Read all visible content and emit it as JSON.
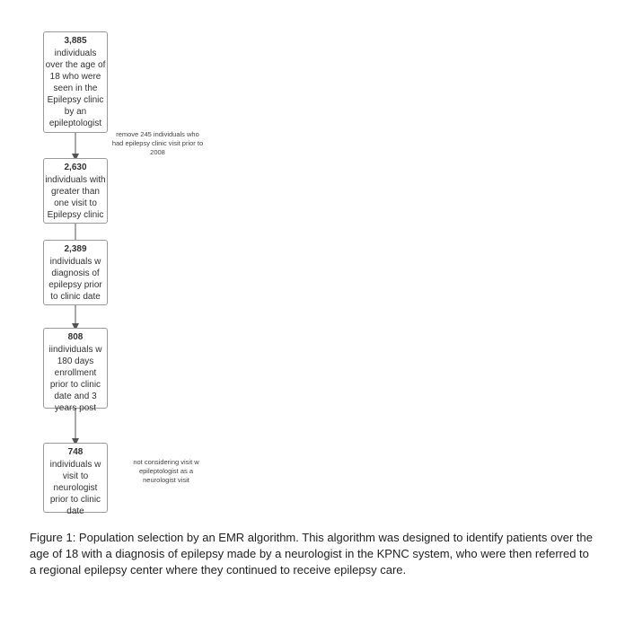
{
  "boxes": [
    {
      "count": "3,885",
      "text": "individuals over the age of 18 who were seen in the Epilepsy clinic by an epileptologist"
    },
    {
      "count": "2,630",
      "text": "individuals with greater than one visit to Epilepsy clinic"
    },
    {
      "count": "2,389",
      "text": "individuals w diagnosis of epilepsy prior to clinic date"
    },
    {
      "count": "808",
      "text": "iindividuals w 180 days enrollment prior to clinic date and 3 years post"
    },
    {
      "count": "748",
      "text": "individuals w visit to neurologist prior to clinic date"
    }
  ],
  "notes": [
    "remove 245 individuals who had epilepsy clinic visit prior to 2008",
    "not considering visit w epileptologist  as a neurologist visit"
  ],
  "caption": "Figure 1: Population selection by an EMR algorithm. This algorithm was designed to identify patients over the age of 18  with a diagnosis of epilepsy made by a neurologist in  the KPNC system, who were then referred to a regional epilepsy center where they continued to receive epilepsy care."
}
